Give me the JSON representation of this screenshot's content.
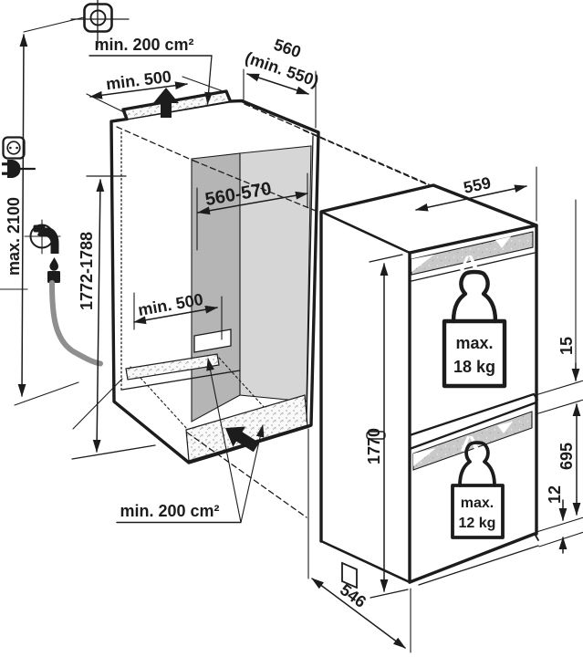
{
  "diagram": {
    "title": "Built-in appliance niche installation diagram",
    "niche": {
      "vent_top": "min. 200 cm²",
      "top_clearance": "min. 500",
      "depth": "560",
      "depth_min": "(min. 550)",
      "width": "560-570",
      "height": "1772-1788",
      "inner_clearance": "min. 500",
      "vent_bottom": "min. 200 cm²"
    },
    "connections": {
      "max_connection_height": "max. 2100"
    },
    "appliance": {
      "width": "559",
      "height": "1770",
      "depth": "546",
      "freezer_door_height": "695",
      "door_gap": "15",
      "bottom_gap": "12",
      "upper_door_load_line1": "max.",
      "upper_door_load_line2": "18 kg",
      "lower_door_load_line1": "max.",
      "lower_door_load_line2": "12 kg"
    },
    "icons": {
      "junction_box": "junction-box-icon",
      "socket": "power-socket-icon",
      "plug": "power-plug-icon",
      "tap": "water-tap-icon",
      "hose": "water-hose",
      "airflow_top": "airflow-up-arrow-icon",
      "airflow_plinth": "airflow-plinth-arrow-icon",
      "upper_weight": "door-weight-icon",
      "lower_weight": "door-weight-icon"
    },
    "colors": {
      "ink": "#1c1c1c",
      "wall_dark": "#b5b5b5",
      "wall_light": "#d6d6d6",
      "grille": "#c9c9c9",
      "hose": "#8f8f8f"
    }
  }
}
